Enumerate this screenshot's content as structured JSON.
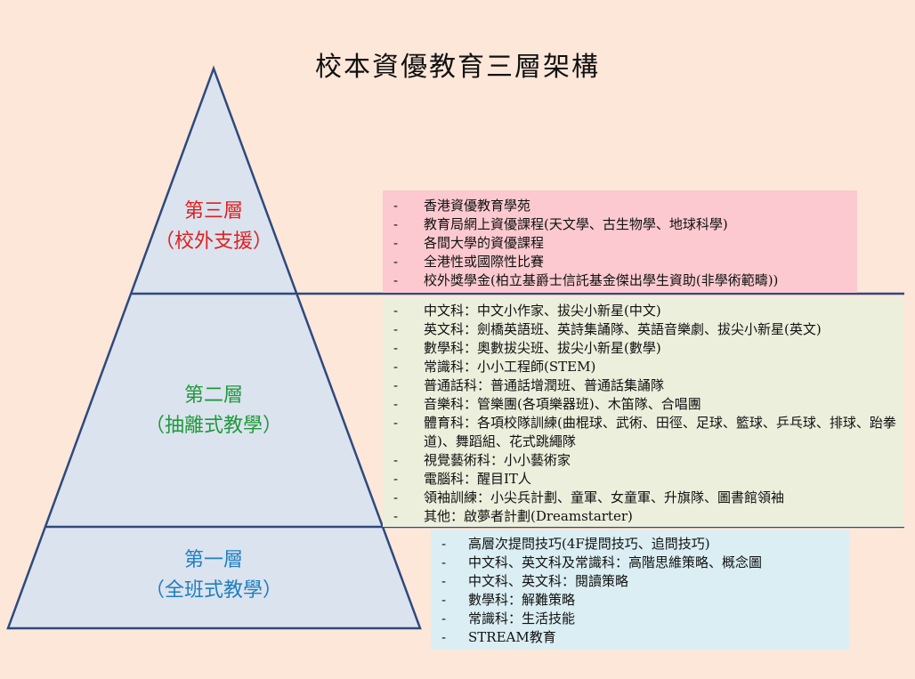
{
  "title": "校本資優教育三層架構",
  "colors": {
    "background": "#fde7d9",
    "pyramid_fill": "#dbe3ef",
    "pyramid_stroke": "#2e4a7d",
    "layer3_text": "#e0201c",
    "layer2_text": "#1f9a3a",
    "layer1_text": "#1f7fc0",
    "box3_bg": "#fbc9cf",
    "box2_bg": "#ebefdc",
    "box1_bg": "#daeef3"
  },
  "layers": {
    "layer3": {
      "name": "第三層",
      "subtitle": "（校外支援）",
      "items": [
        "香港資優教育學苑",
        "教育局網上資優課程(天文學、古生物學、地球科學)",
        "各間大學的資優課程",
        "全港性或國際性比賽",
        "校外獎學金(柏立基爵士信託基金傑出學生資助(非學術範疇))"
      ]
    },
    "layer2": {
      "name": "第二層",
      "subtitle": "（抽離式教學）",
      "items": [
        "中文科：中文小作家、拔尖小新星(中文)",
        "英文科：劍橋英語班、英詩集誦隊、英語音樂劇、拔尖小新星(英文)",
        "數學科：奧數拔尖班、拔尖小新星(數學)",
        "常識科：小小工程師(STEM)",
        "普通話科：普通話增潤班、普通話集誦隊",
        "音樂科：管樂團(各項樂器班)、木笛隊、合唱團",
        "體育科：各項校隊訓練(曲棍球、武術、田徑、足球、籃球、乒乓球、排球、跆拳道)、舞蹈組、花式跳繩隊",
        "視覺藝術科：小小藝術家",
        "電腦科：醒目IT人",
        "領袖訓練：小尖兵計劃、童軍、女童軍、升旗隊、圖書館領袖",
        "其他：啟夢者計劃(Dreamstarter)"
      ]
    },
    "layer1": {
      "name": "第一層",
      "subtitle": "（全班式教學）",
      "items": [
        "高層次提問技巧(4F提問技巧、追問技巧)",
        "中文科、英文科及常識科：高階思維策略、概念圖",
        "中文科、英文科：閱讀策略",
        "數學科：解難策略",
        "常識科：生活技能",
        "STREAM教育"
      ]
    }
  }
}
